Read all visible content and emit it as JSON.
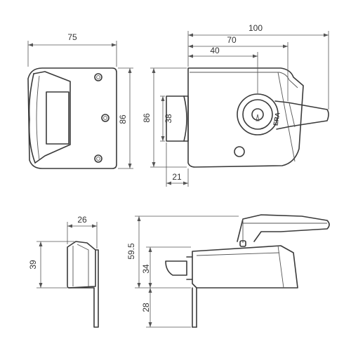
{
  "dimensions": {
    "front_width": "75",
    "front_height": "86",
    "side_total": "100",
    "side_mid": "70",
    "side_short": "40",
    "side_height": "86",
    "bolt_height": "38",
    "bolt_depth": "21",
    "end_depth": "26",
    "end_height": "39",
    "bottom_height": "59.5",
    "bottom_body": "34",
    "bottom_plate": "28"
  },
  "brand_mark": "ERA",
  "colors": {
    "line": "#3a3a3a",
    "dimension": "#555555",
    "background": "#ffffff"
  }
}
